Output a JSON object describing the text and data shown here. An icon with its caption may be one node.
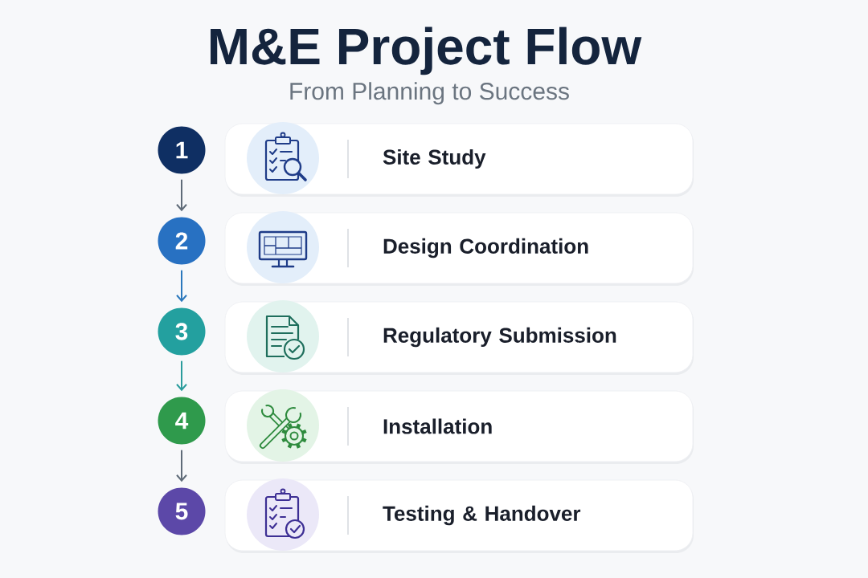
{
  "diagram": {
    "title": "M&E Project Flow",
    "nodes": [
      {
        "text": [
          "1"
        ]
      },
      {
        "text": [
          "Site Study"
        ]
      },
      {
        "text": [
          "2"
        ]
      },
      {
        "text": [
          "Design Coordination"
        ]
      },
      {
        "text": [
          "3"
        ]
      },
      {
        "text": [
          "Regulatory Submission"
        ]
      },
      {
        "text": [
          "4"
        ]
      },
      {
        "text": [
          "Installation"
        ]
      },
      {
        "text": [
          "5"
        ]
      },
      {
        "text": [
          "Testing & Handover"
        ]
      }
    ],
    "edges": [
      {
        "from": 0,
        "to": 2,
        "arrow": "to"
      },
      {
        "from": 2,
        "to": 4,
        "arrow": "to",
        "color": "#2b78bc"
      },
      {
        "from": 4,
        "to": 6,
        "arrow": "to",
        "color": "#2a9c9c"
      },
      {
        "from": 6,
        "to": 8,
        "arrow": "to"
      }
    ],
    "labels": [
      "From Planning to Success"
    ]
  }
}
